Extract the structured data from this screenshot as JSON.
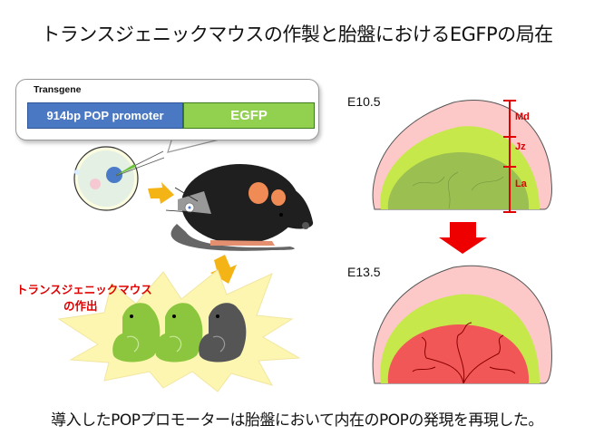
{
  "title": "トランスジェニックマウスの作製と胎盤におけるEGFPの局在",
  "transgene": {
    "label": "Transgene",
    "promoter": "914bp POP promoter",
    "reporter": "EGFP"
  },
  "production_label": {
    "line1": "トランスジェニックマウス",
    "line2": "の作出"
  },
  "placenta": {
    "early": {
      "stage": "E10.5",
      "layers": [
        "Md",
        "Jz",
        "La"
      ]
    },
    "late": {
      "stage": "E13.5"
    }
  },
  "caption": "導入したPOPプロモーターは胎盤において内在のPOPの発現を再現した。",
  "colors": {
    "promoter": "#4a78c2",
    "egfp": "#92d050",
    "label_red": "#e00000",
    "decidua_pink": "#fcc8c8",
    "junctional_green": "#c6e84a",
    "labyrinth_olive": "#9cbf52",
    "labyrinth_red": "#f25757",
    "arrow_orange": "#f5b416",
    "arrow_red": "#ee0000",
    "burst_yellow": "#fdf6b0"
  }
}
